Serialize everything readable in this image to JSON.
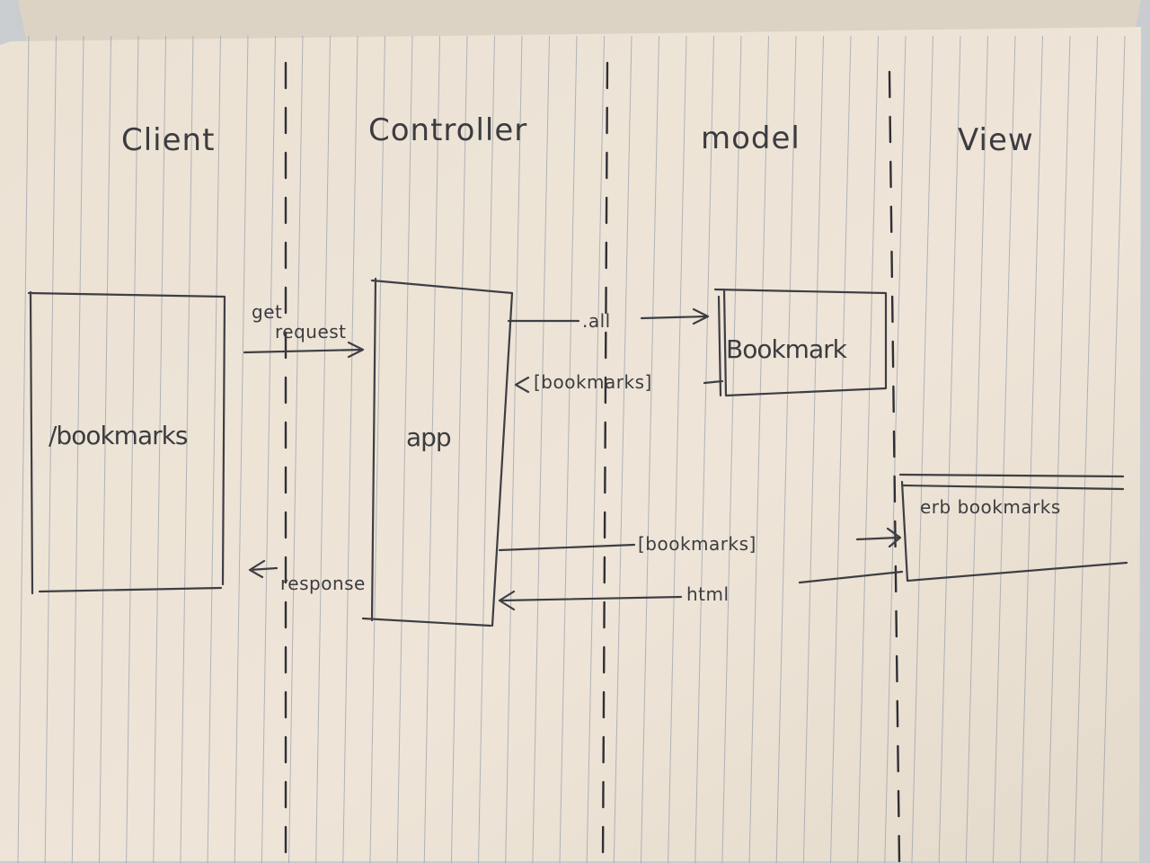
{
  "diagram": {
    "lanes": {
      "client": "Client",
      "controller": "Controller",
      "model": "model",
      "view": "View"
    },
    "boxes": {
      "client_box": "/bookmarks",
      "app_box": "app",
      "model_box": "Bookmark",
      "view_box": "erb bookmarks"
    },
    "messages": {
      "get_request_1": "get",
      "get_request_2": "request",
      "all_call": ".all",
      "bookmarks_return": "[bookmarks]",
      "bookmarks_to_view": "[bookmarks]",
      "html_return": "html",
      "response": "response"
    }
  },
  "colors": {
    "paper": "#ece3d5",
    "rule_line": "#7f8a9e",
    "ink": "#3e3e44",
    "background": "#c9cdd0"
  }
}
